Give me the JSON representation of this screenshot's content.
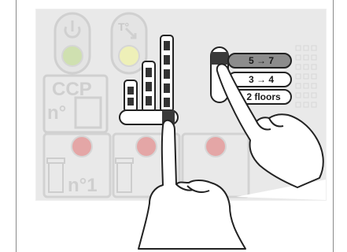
{
  "panel": {
    "ccp_label": "CCP",
    "number_prefix": "n°",
    "station_label": "n°1",
    "temperature_label": "T°"
  },
  "floor_buttons": [
    {
      "label": "5 → 7",
      "state": "active"
    },
    {
      "label": "3 → 4",
      "state": "normal"
    },
    {
      "label": "2 floors",
      "state": "normal"
    }
  ],
  "colors": {
    "panel_bg": "#e9e9e9",
    "ghost_outline": "#d0d0d0",
    "led_green": "#cfe0b0",
    "led_yellow": "#eef0b8",
    "led_red": "#e4a6a6",
    "active_button": "#8c8c8c",
    "slider_knob": "#3a3a3a"
  }
}
